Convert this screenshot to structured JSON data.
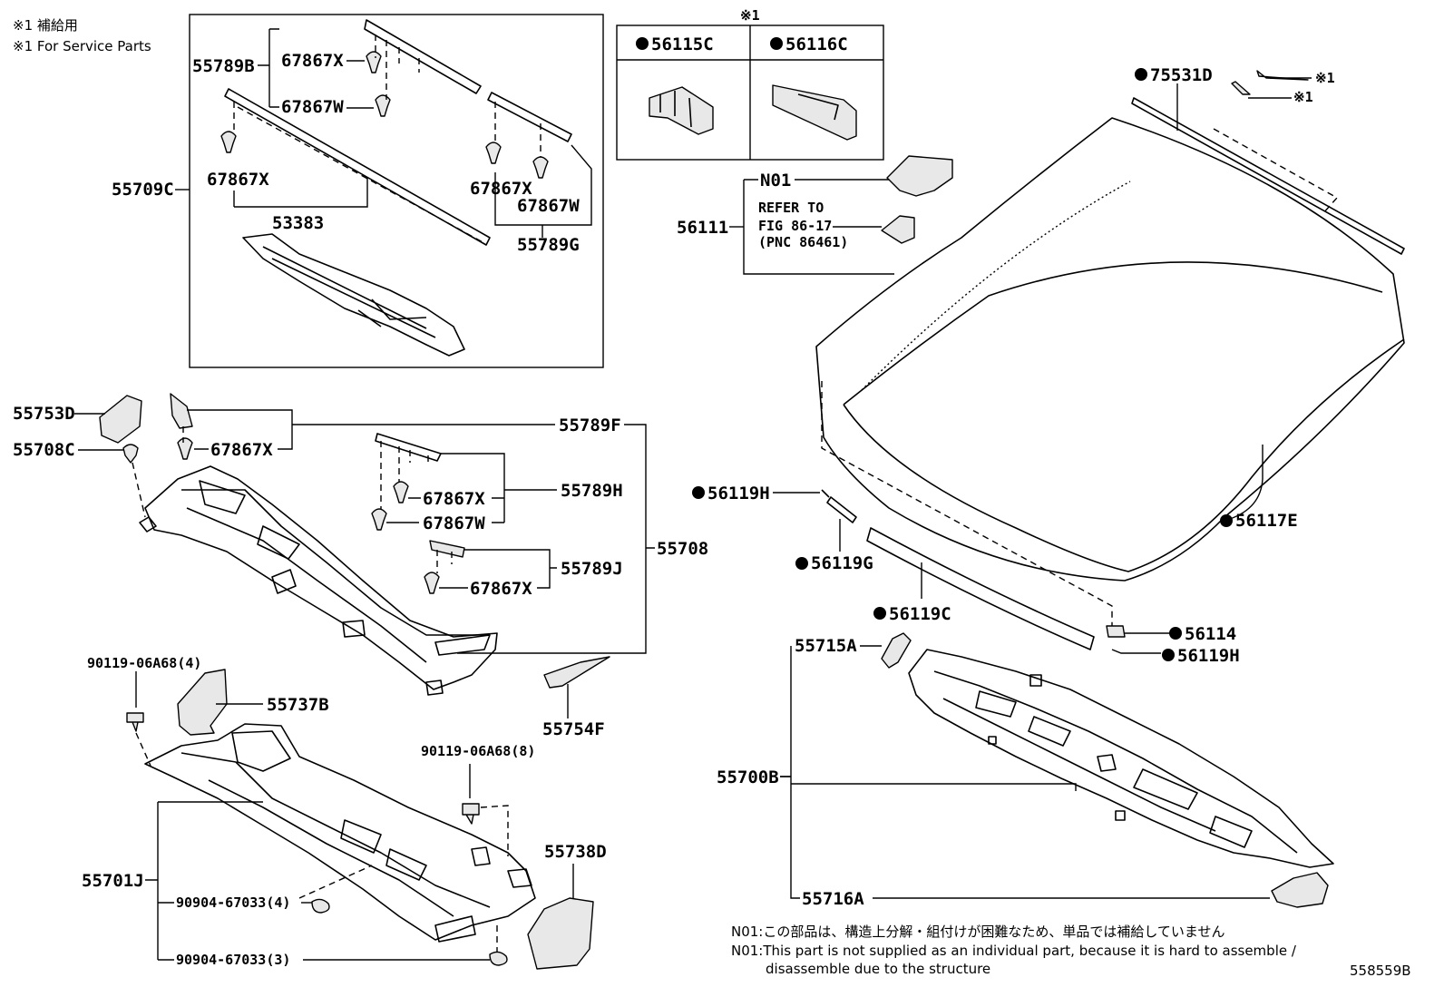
{
  "notes": {
    "service_jp": "※1 補給用",
    "service_en": "※1 For Service Parts",
    "service_mark": "※1",
    "n01_jp": "N01:この部品は、構造上分解・組付けが困難なため、単品では補給していません",
    "n01_en_1": "N01:This part is not supplied as an individual part, because it is hard to assemble /",
    "n01_en_2": "disassemble due to the structure",
    "figure_id": "558559B"
  },
  "labels": {
    "p55789B": "55789B",
    "p67867X_a": "67867X",
    "p67867W_a": "67867W",
    "p55709C": "55709C",
    "p67867X_b": "67867X",
    "p53383": "53383",
    "p67867X_c": "67867X",
    "p67867W_c": "67867W",
    "p55789G": "55789G",
    "p56115C": "56115C",
    "p56116C": "56116C",
    "p75531D": "75531D",
    "mark_1a": "※1",
    "mark_1b": "※1",
    "pN01": "N01",
    "refer_1": "REFER TO",
    "refer_2": "FIG 86-17",
    "refer_3": "(PNC 86461)",
    "p56111": "56111",
    "p55753D": "55753D",
    "p55708C": "55708C",
    "p67867X_d": "67867X",
    "p55789F": "55789F",
    "p67867X_e": "67867X",
    "p67867W_e": "67867W",
    "p55789H": "55789H",
    "p55708": "55708",
    "p67867X_f": "67867X",
    "p55789J": "55789J",
    "p56119H_a": "56119H",
    "p56117E": "56117E",
    "p56119G": "56119G",
    "p56119C": "56119C",
    "p56114": "56114",
    "p56119H_b": "56119H",
    "p55715A": "55715A",
    "p90119_4": "90119-06A68(4)",
    "p55737B": "55737B",
    "p55754F": "55754F",
    "p90119_8": "90119-06A68(8)",
    "p55700B": "55700B",
    "p55738D": "55738D",
    "p55701J": "55701J",
    "p90904_4": "90904-67033(4)",
    "p90904_3": "90904-67033(3)",
    "p55716A": "55716A"
  }
}
